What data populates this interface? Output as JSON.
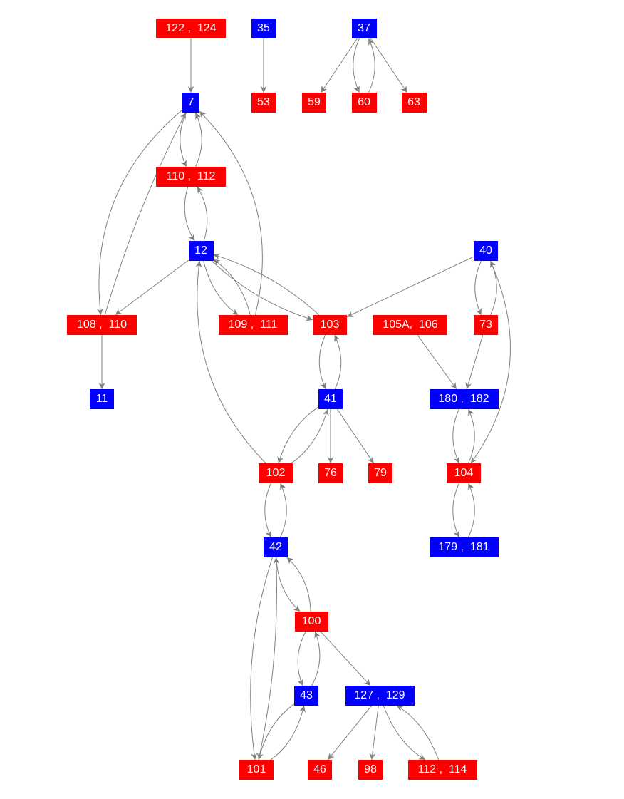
{
  "colors": {
    "red": "#ff0000",
    "blue": "#0000ff",
    "edge": "#808080"
  },
  "nodes": [
    {
      "id": "n122",
      "label": "122 ,  124",
      "type": "red"
    },
    {
      "id": "n35",
      "label": "35",
      "type": "blue"
    },
    {
      "id": "n37",
      "label": "37",
      "type": "blue"
    },
    {
      "id": "n7",
      "label": "7",
      "type": "blue"
    },
    {
      "id": "n53",
      "label": "53",
      "type": "red"
    },
    {
      "id": "n59",
      "label": "59",
      "type": "red"
    },
    {
      "id": "n60",
      "label": "60",
      "type": "red"
    },
    {
      "id": "n63",
      "label": "63",
      "type": "red"
    },
    {
      "id": "n110",
      "label": "110 ,  112",
      "type": "red"
    },
    {
      "id": "n12",
      "label": "12",
      "type": "blue"
    },
    {
      "id": "n40",
      "label": "40",
      "type": "blue"
    },
    {
      "id": "n108",
      "label": "108 ,  110",
      "type": "red"
    },
    {
      "id": "n109",
      "label": "109 ,  111",
      "type": "red"
    },
    {
      "id": "n103",
      "label": "103",
      "type": "red"
    },
    {
      "id": "n105",
      "label": "105A,  106",
      "type": "red"
    },
    {
      "id": "n73",
      "label": "73",
      "type": "red"
    },
    {
      "id": "n11",
      "label": "11",
      "type": "blue"
    },
    {
      "id": "n41",
      "label": "41",
      "type": "blue"
    },
    {
      "id": "n180",
      "label": "180 ,  182",
      "type": "blue"
    },
    {
      "id": "n102",
      "label": "102",
      "type": "red"
    },
    {
      "id": "n76",
      "label": "76",
      "type": "red"
    },
    {
      "id": "n79",
      "label": "79",
      "type": "red"
    },
    {
      "id": "n104",
      "label": "104",
      "type": "red"
    },
    {
      "id": "n42",
      "label": "42",
      "type": "blue"
    },
    {
      "id": "n179",
      "label": "179 ,  181",
      "type": "blue"
    },
    {
      "id": "n100",
      "label": "100",
      "type": "red"
    },
    {
      "id": "n43",
      "label": "43",
      "type": "blue"
    },
    {
      "id": "n127",
      "label": "127 ,  129",
      "type": "blue"
    },
    {
      "id": "n101",
      "label": "101",
      "type": "red"
    },
    {
      "id": "n46",
      "label": "46",
      "type": "red"
    },
    {
      "id": "n98",
      "label": "98",
      "type": "red"
    },
    {
      "id": "n112",
      "label": "112 ,  114",
      "type": "red"
    }
  ],
  "edges": [
    [
      "n122",
      "n7"
    ],
    [
      "n35",
      "n53"
    ],
    [
      "n37",
      "n59"
    ],
    [
      "n37",
      "n60"
    ],
    [
      "n60",
      "n37"
    ],
    [
      "n37",
      "n63"
    ],
    [
      "n7",
      "n110"
    ],
    [
      "n110",
      "n7"
    ],
    [
      "n7",
      "n108"
    ],
    [
      "n108",
      "n7"
    ],
    [
      "n110",
      "n12"
    ],
    [
      "n12",
      "n110"
    ],
    [
      "n12",
      "n108"
    ],
    [
      "n12",
      "n109"
    ],
    [
      "n109",
      "n12"
    ],
    [
      "n109",
      "n7"
    ],
    [
      "n12",
      "n103"
    ],
    [
      "n103",
      "n12"
    ],
    [
      "n40",
      "n103"
    ],
    [
      "n40",
      "n73"
    ],
    [
      "n73",
      "n40"
    ],
    [
      "n40",
      "n104"
    ],
    [
      "n108",
      "n11"
    ],
    [
      "n105",
      "n180"
    ],
    [
      "n73",
      "n180"
    ],
    [
      "n103",
      "n41"
    ],
    [
      "n41",
      "n103"
    ],
    [
      "n41",
      "n102"
    ],
    [
      "n102",
      "n41"
    ],
    [
      "n41",
      "n76"
    ],
    [
      "n41",
      "n79"
    ],
    [
      "n102",
      "n12"
    ],
    [
      "n180",
      "n104"
    ],
    [
      "n104",
      "n180"
    ],
    [
      "n104",
      "n179"
    ],
    [
      "n179",
      "n104"
    ],
    [
      "n102",
      "n42"
    ],
    [
      "n42",
      "n102"
    ],
    [
      "n42",
      "n100"
    ],
    [
      "n100",
      "n42"
    ],
    [
      "n42",
      "n101"
    ],
    [
      "n101",
      "n42"
    ],
    [
      "n100",
      "n43"
    ],
    [
      "n43",
      "n100"
    ],
    [
      "n100",
      "n127"
    ],
    [
      "n43",
      "n101"
    ],
    [
      "n101",
      "n43"
    ],
    [
      "n127",
      "n46"
    ],
    [
      "n127",
      "n98"
    ],
    [
      "n127",
      "n112"
    ],
    [
      "n112",
      "n127"
    ]
  ]
}
